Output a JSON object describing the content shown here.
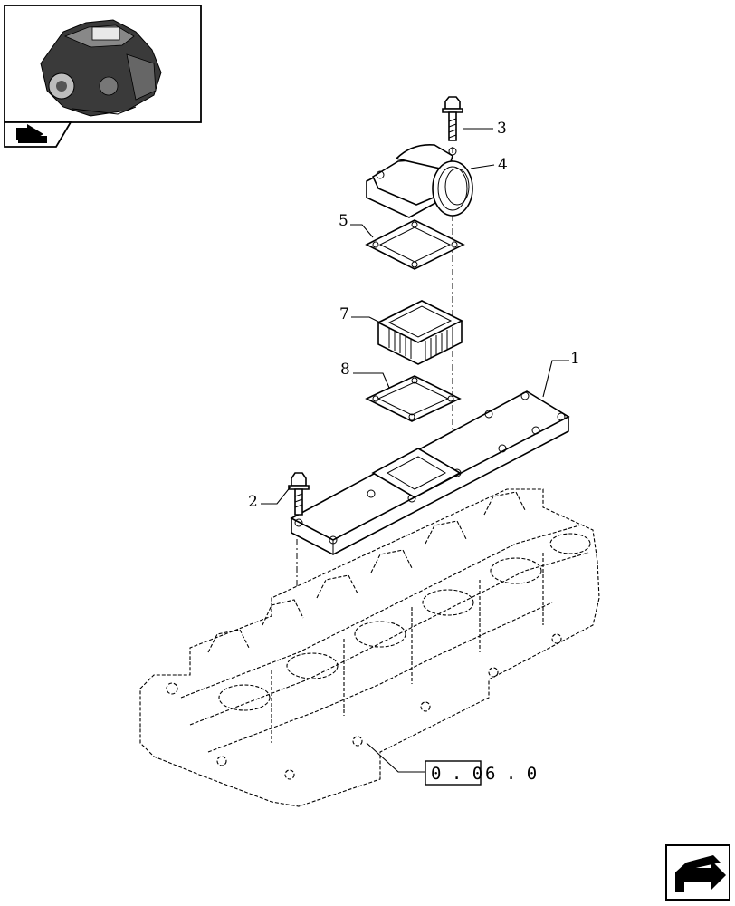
{
  "callouts": {
    "c1": "1",
    "c2": "2",
    "c3": "3",
    "c4": "4",
    "c5": "5",
    "c7": "7",
    "c8": "8"
  },
  "reference": {
    "boxed": "0 . 0",
    "rest": "6 . 0"
  },
  "icons": {
    "thumbnail": "engine-thumbnail-icon",
    "thumb_tab": "book-arrow-icon",
    "nav": "next-page-arrow-icon"
  }
}
